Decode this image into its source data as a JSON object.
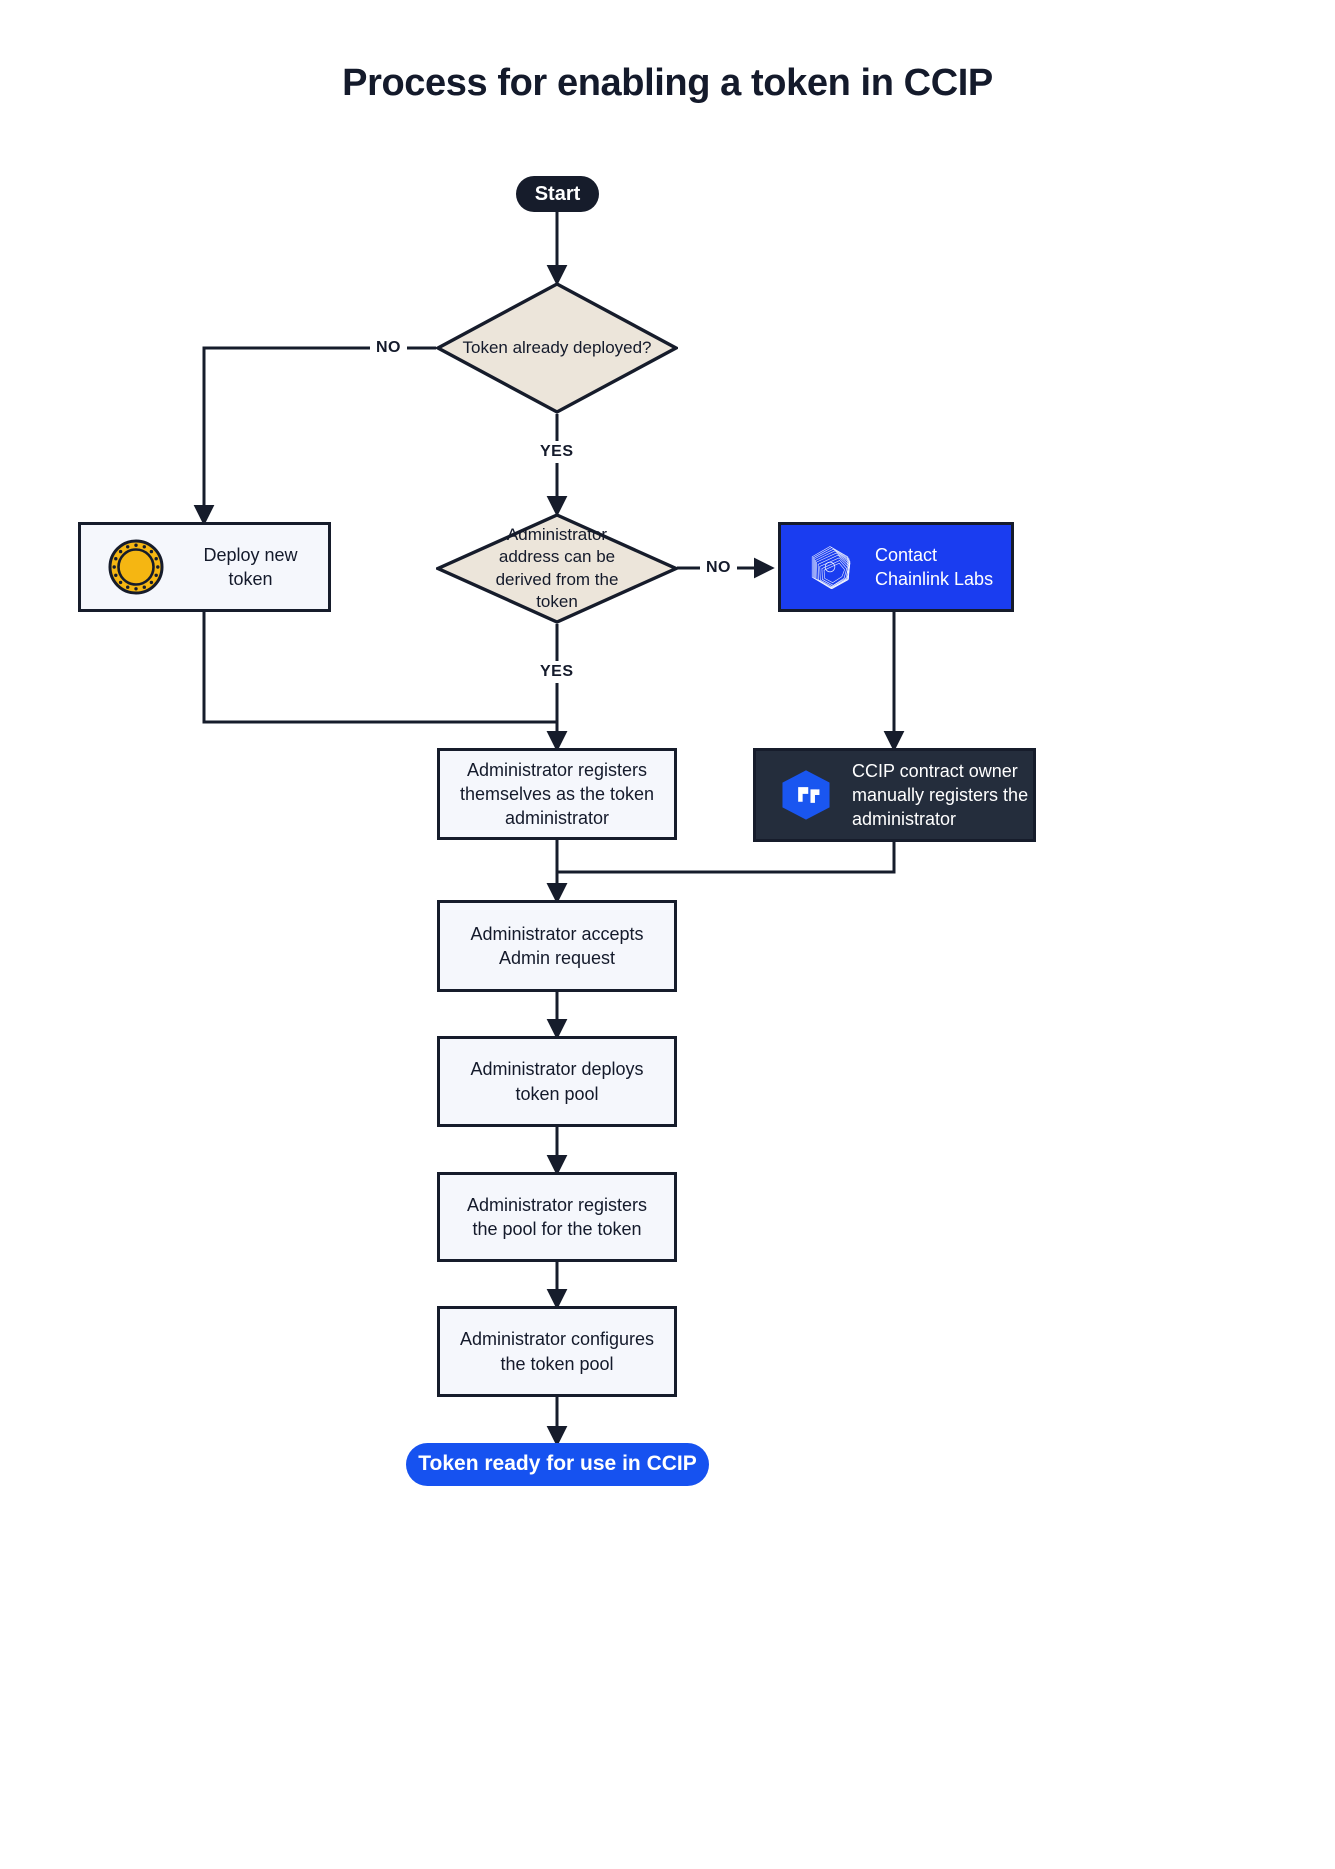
{
  "page": {
    "title": "Process for enabling a token in CCIP",
    "background": "#ffffff"
  },
  "colors": {
    "ink": "#141a2b",
    "start_pill_bg": "#161c2b",
    "end_pill_bg": "#1652f0",
    "process_box_bg": "#f5f7fc",
    "process_box_border": "#161c2b",
    "decision_fill": "#ece5da",
    "chainlink_blue": "#1a3df0",
    "ccip_dark": "#242d3c",
    "coin_gold": "#f5b612",
    "connector": "#161c2b"
  },
  "nodes": {
    "start": {
      "label": "Start",
      "type": "terminator"
    },
    "decision_token_deployed": {
      "label": "Token already deployed?",
      "type": "decision"
    },
    "deploy_new_token": {
      "label": "Deploy new token",
      "type": "process",
      "icon": "gold-coin-icon"
    },
    "decision_admin_derived": {
      "label": "Administrator address can be derived from the token",
      "type": "decision"
    },
    "contact_chainlink_labs": {
      "label": "Contact Chainlink Labs",
      "type": "process",
      "icon": "chainlink-hexagon-icon"
    },
    "admin_registers_self": {
      "label": "Administrator registers themselves as the token administrator",
      "type": "process"
    },
    "ccip_owner_registers": {
      "label": "CCIP contract owner manually registers the administrator",
      "type": "process",
      "icon": "ccip-cube-icon"
    },
    "admin_accepts_request": {
      "label": "Administrator accepts Admin request",
      "type": "process"
    },
    "admin_deploys_pool": {
      "label": "Administrator deploys token pool",
      "type": "process"
    },
    "admin_registers_pool": {
      "label": "Administrator registers the pool for the token",
      "type": "process"
    },
    "admin_configures_pool": {
      "label": "Administrator configures the token pool",
      "type": "process"
    },
    "end": {
      "label": "Token ready for use in CCIP",
      "type": "terminator"
    }
  },
  "edges": {
    "deployed_no": "NO",
    "deployed_yes": "YES",
    "derived_no": "NO",
    "derived_yes": "YES"
  }
}
